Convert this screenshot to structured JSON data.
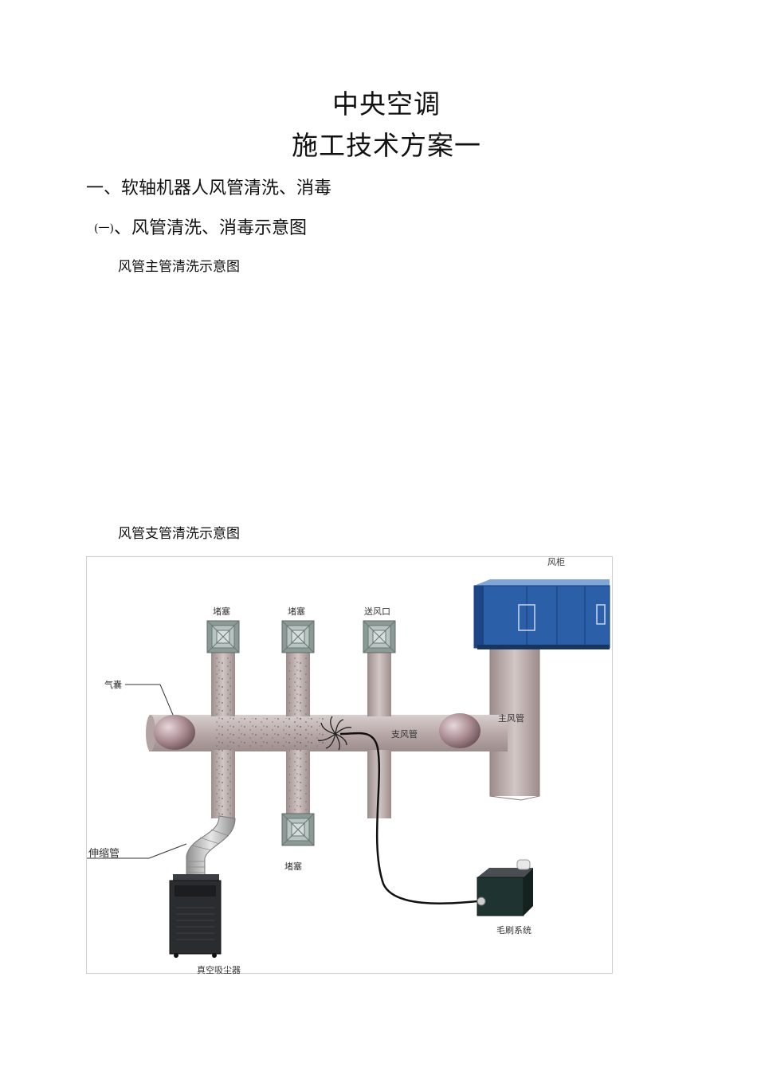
{
  "header": {
    "title_line1": "中央空调",
    "title_line2": "施工技术方案一"
  },
  "section1": {
    "heading": "一、软轴机器人风管清洗、消毒"
  },
  "section1_1": {
    "prefix": "(一)",
    "heading": "、风管清洗、消毒示意图"
  },
  "captions": {
    "main_duct": "风管主管清洗示意图",
    "branch_duct": "风管支管清洗示意图"
  },
  "diagram": {
    "labels": {
      "air_cabinet": "风柜",
      "plug_1": "堵塞",
      "plug_2": "堵塞",
      "supply_outlet": "送风口",
      "airbag": "气囊",
      "main_duct": "主风管",
      "branch_duct": "支风管",
      "bellows": "伸缩管",
      "plug_bottom": "堵塞",
      "brush_system": "毛刷系统",
      "vacuum_collector": "真空吸尘器"
    },
    "colors": {
      "duct": "#b9aaa9",
      "cabinet": "#2b5fa8",
      "balloon": "#9f8287",
      "machine": "#2a2d30"
    }
  }
}
